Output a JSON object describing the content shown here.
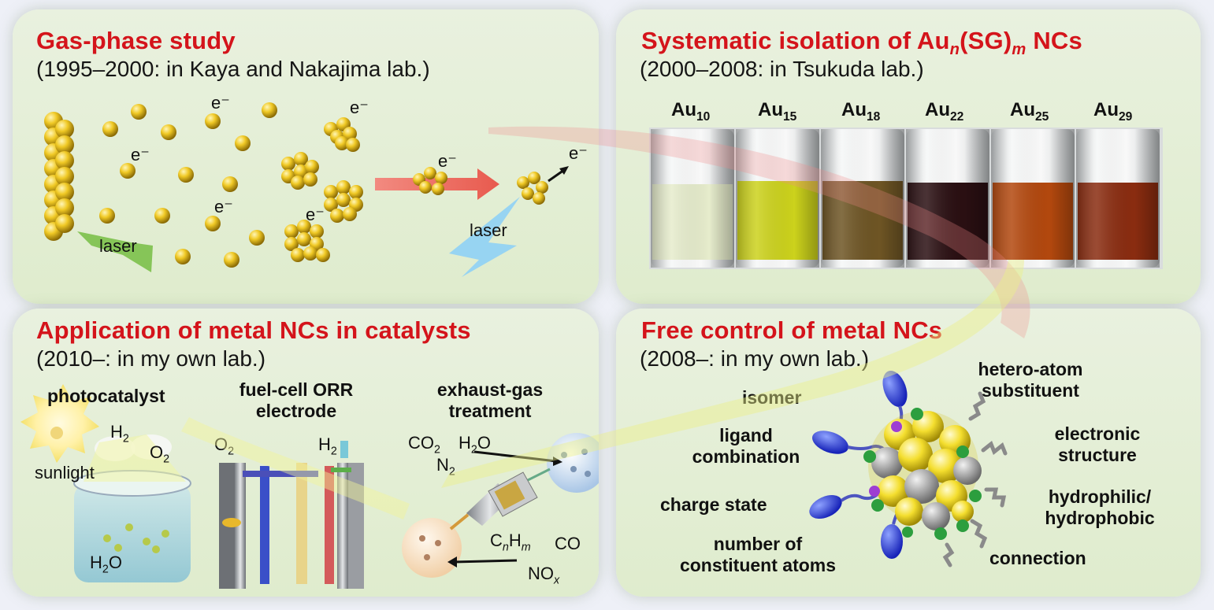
{
  "panels": {
    "gas_phase": {
      "title": "Gas-phase study",
      "subtitle": "(1995–2000: in Kaya and Nakajima lab.)",
      "electron": "e⁻",
      "laser": "laser"
    },
    "isolation": {
      "title_prefix": "Systematic isolation of Au",
      "title_n": "n",
      "title_mid": "(SG)",
      "title_m": "m",
      "title_suffix": " NCs",
      "subtitle": "(2000–2008: in Tsukuda lab.)",
      "vials": [
        {
          "base": "Au",
          "sub": "10"
        },
        {
          "base": "Au",
          "sub": "15"
        },
        {
          "base": "Au",
          "sub": "18"
        },
        {
          "base": "Au",
          "sub": "22"
        },
        {
          "base": "Au",
          "sub": "25"
        },
        {
          "base": "Au",
          "sub": "29"
        }
      ]
    },
    "catalysts": {
      "title": "Application of metal NCs in catalysts",
      "subtitle": "(2010–: in my own lab.)",
      "photocatalyst": "photocatalyst",
      "sunlight": "sunlight",
      "h2": {
        "base": "H",
        "sub": "2"
      },
      "o2": {
        "base": "O",
        "sub": "2"
      },
      "h2o": {
        "base": "H",
        "sub": "2",
        "tail": "O"
      },
      "fuel_cell_1": "fuel-cell ORR",
      "fuel_cell_2": "electrode",
      "exhaust_1": "exhaust-gas",
      "exhaust_2": "treatment",
      "co2": {
        "base": "CO",
        "sub": "2"
      },
      "n2": {
        "base": "N",
        "sub": "2"
      },
      "cnhm": {
        "c": "C",
        "n": "n",
        "h": "H",
        "m": "m"
      },
      "co": "CO",
      "nox": {
        "base": "NO",
        "sub": "x"
      }
    },
    "free_control": {
      "title": "Free control of metal NCs",
      "subtitle": "(2008–: in my own lab.)",
      "isomer": "isomer",
      "ligand_1": "ligand",
      "ligand_2": "combination",
      "charge": "charge state",
      "number_1": "number of",
      "number_2": "constituent atoms",
      "hetero_1": "hetero-atom",
      "hetero_2": "substituent",
      "electronic_1": "electronic",
      "electronic_2": "structure",
      "hydro_1": "hydrophilic/",
      "hydro_2": "hydrophobic",
      "connection": "connection"
    }
  },
  "colors": {
    "title_red": "#d4141b",
    "panel_green": "#e4eed7",
    "gold": "#e8c21c",
    "vial_liquids": [
      "#e6eccc",
      "#ccd21c",
      "#6e5524",
      "#2a0f12",
      "#b3480e",
      "#8a2c10"
    ]
  }
}
